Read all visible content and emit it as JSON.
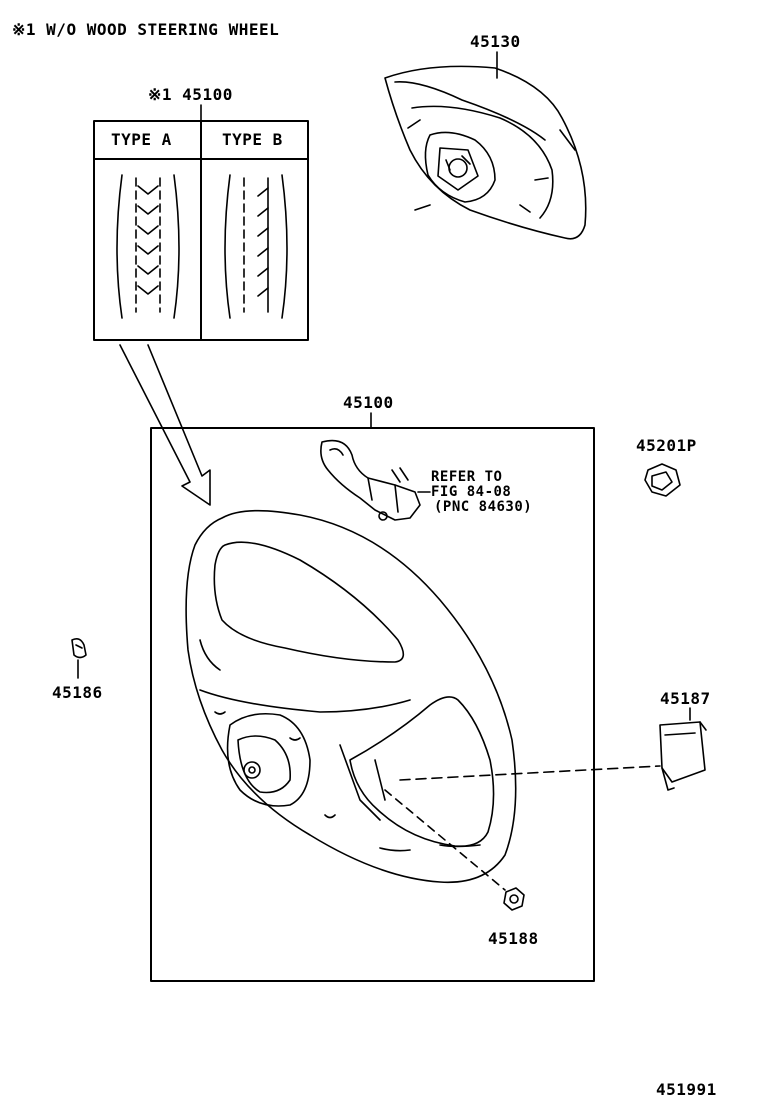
{
  "note": "※1 W/O WOOD STEERING WHEEL",
  "labels": {
    "p45130": "45130",
    "p45100_typed": "※1 45100",
    "p45100": "45100",
    "p45201P": "45201P",
    "p45186": "45186",
    "p45187": "45187",
    "p45188": "45188",
    "figure_id": "451991"
  },
  "type_table": {
    "col_a": "TYPE A",
    "col_b": "TYPE B"
  },
  "refer": {
    "line1": "REFER TO",
    "line2": "FIG 84-08",
    "line3": "(PNC 84630)"
  }
}
